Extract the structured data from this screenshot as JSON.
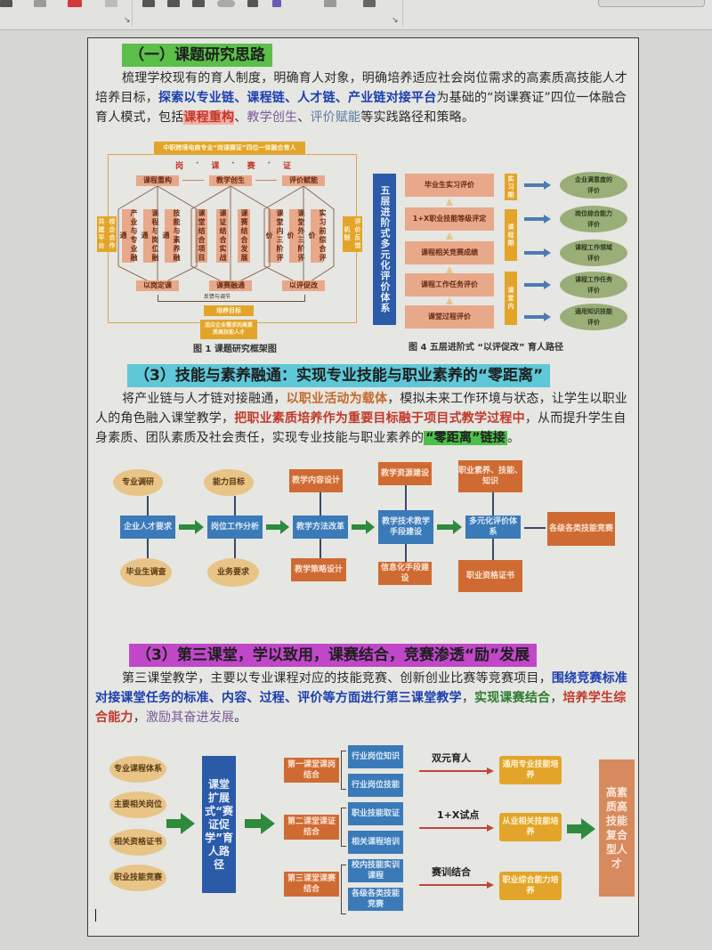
{
  "ribbon": {
    "launcher_glyph": "↘"
  },
  "section1": {
    "heading": "（一）课题研究思路",
    "heading_color": "#5bbf4a",
    "para": {
      "t1": "梳理学校现有的育人制度，明确育人对象，明确培养适应社会岗位需求的高素质高技能人才培养目标，",
      "t2": "探索以专业链、课程链、人才链、产业链对接平台",
      "t3": "为基础的“岗课赛证”四位一体融合育人模式，包括",
      "t4": "课程重构",
      "t5": "、",
      "t6": "教学创生",
      "t7": "、",
      "t8": "评价赋能",
      "t9": "等实践路径和策略。"
    },
    "figure1": {
      "title_bar": "中职跨境电商专业“岗课赛证”四位一体融合育人",
      "pillars": [
        "岗",
        "·",
        "课",
        "·",
        "赛",
        "·",
        "证"
      ],
      "stage_tops": [
        "课程重构",
        "教学创生",
        "评价赋能"
      ],
      "columns": [
        [
          "产业与专业融通",
          "课程与岗位融通",
          "技能与素养融通"
        ],
        [
          "课堂结合项目",
          "课证结合实战",
          "课赛结合发展"
        ],
        [
          "课堂内三阶评价",
          "课堂外三阶评价",
          "实习前综合评价"
        ]
      ],
      "stage_bottoms": [
        "以岗定课",
        "课赛融通",
        "以评促改"
      ],
      "side_left": "校企合作共建平台",
      "side_right": "评价反馈机制",
      "feedback_label": "反馈与调节",
      "output1": "培养目标",
      "output2": "适应企业需求的高素质高技能人才",
      "caption": "图 1  课题研究框架图"
    },
    "figure4": {
      "left_label": "五层进阶式多元化评价体系",
      "layers": [
        "毕业生实习评价",
        "1+X职业技能等级评定",
        "课程相关竞赛成绩",
        "课程工作任务评价",
        "课堂过程评价"
      ],
      "phases": [
        "实习期",
        "课程期",
        "课堂内"
      ],
      "outcomes": [
        "企业满意度的评价",
        "岗位综合能力评价",
        "课程工作领域评价",
        "课程工作任务评价",
        "通用知识技能评价"
      ],
      "caption": "图 4  五层进阶式 “以评促改” 育人路径"
    }
  },
  "section2": {
    "heading": "（3）技能与素养融通：实现专业技能与职业素养的“零距离”",
    "heading_color": "#5ec8d8",
    "para": {
      "t1": "将产业链与人才链对接融通，",
      "t2": "以职业活动为载体",
      "t3": "，模拟未来工作环境与状态，让学生以职业人的角色融入课堂教学，",
      "t4": "把职业素质培养作为重要目标融于项目式教学过程中",
      "t5": "，从而提升学生自身素质、团队素质及社会责任，实现专业技能与职业素养的",
      "t6": "“零距离”链接",
      "t7": "。"
    },
    "flow": {
      "top_nodes": [
        "专业调研",
        "能力目标",
        "教学内容设计",
        "教学资源建设",
        "职业素养、技能、知识"
      ],
      "main_nodes": [
        "企业人才要求",
        "岗位工作分析",
        "教学方法改革",
        "教学技术教学手段建设",
        "多元化评价体系",
        "各级各类技能竞赛"
      ],
      "bottom_nodes": [
        "毕业生调查",
        "业务要求",
        "教学策略设计",
        "信息化手段建设",
        "职业资格证书"
      ]
    }
  },
  "section3": {
    "heading": "（3）第三课堂，学以致用，课赛结合，竞赛渗透“励”发展",
    "heading_color": "#c048c8",
    "para": {
      "t1": "第三课堂教学，主要以专业课程对应的技能竞赛、创新创业比赛等竞赛项目，",
      "t2": "围绕竞赛标准对接课堂任务的标准、内容、过程、评价等方面进行第三课堂教学",
      "t3": "，",
      "t4": "实现课赛结合",
      "t5": "，",
      "t6": "培养学生综合能力",
      "t7": "，",
      "t8": "激励其奋进发展",
      "t9": "。"
    },
    "diagram": {
      "inputs": [
        "专业课程体系",
        "主要相关岗位",
        "相关资格证书",
        "职业技能竞赛"
      ],
      "center": "课堂扩展式“赛证促学”育人路径",
      "classrooms": [
        "第一课堂课岗结合",
        "第二课堂课证结合",
        "第三课堂课赛结合"
      ],
      "details": [
        "行业岗位知识",
        "行业岗位技能",
        "职业技能取证",
        "相关课程培训",
        "校内技能实训课程",
        "各级各类技能竞赛"
      ],
      "arrow_labels": [
        "双元育人",
        "1+X试点",
        "赛训结合"
      ],
      "results": [
        "通用专业技能培养",
        "从业相关技能培养",
        "职业综合能力培养"
      ],
      "final": "高素质高技能复合型人才"
    }
  }
}
